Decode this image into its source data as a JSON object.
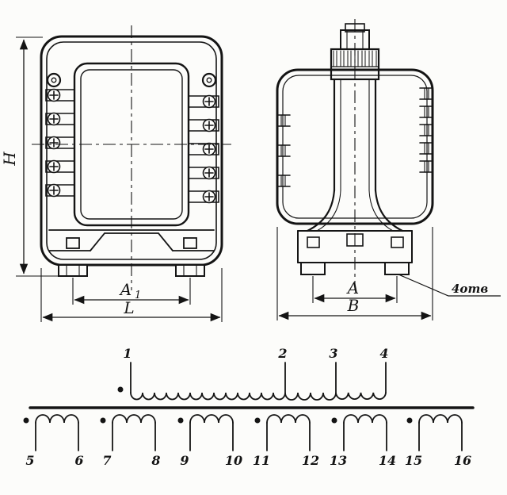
{
  "front_view": {
    "dim_height": "H",
    "dim_hole_span_base": "A",
    "dim_hole_span_sub": "1",
    "dim_width": "L"
  },
  "side_view": {
    "dim_foot_span": "A",
    "dim_depth": "B",
    "holes_note": "4отв"
  },
  "schematic": {
    "primary_terminals": [
      "1",
      "2",
      "3",
      "4"
    ],
    "secondary_terminals": [
      "5",
      "6",
      "7",
      "8",
      "9",
      "10",
      "11",
      "12",
      "13",
      "14",
      "15",
      "16"
    ]
  },
  "colors": {
    "ink": "#141414",
    "paper": "#fcfcfa"
  }
}
